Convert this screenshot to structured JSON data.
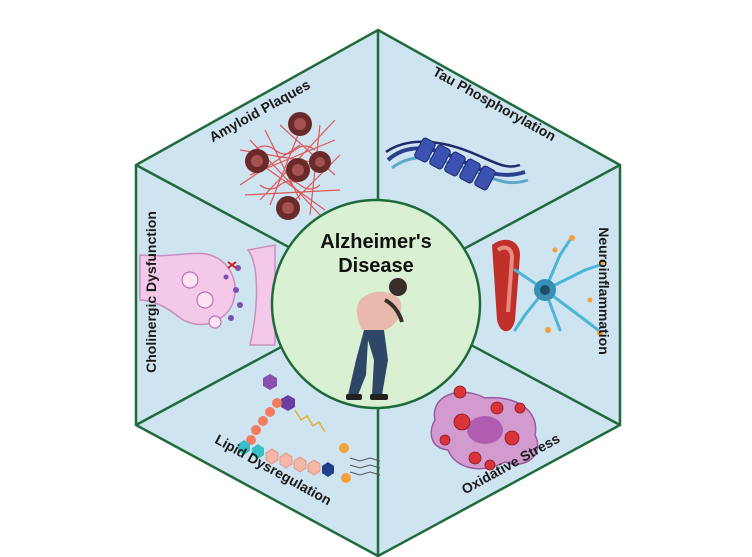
{
  "diagram": {
    "center": {
      "line1": "Alzheimer's",
      "line2": "Disease"
    },
    "segments": [
      {
        "id": "amyloid",
        "label": "Amyloid Plaques"
      },
      {
        "id": "tau",
        "label": "Tau Phosphorylation"
      },
      {
        "id": "neuro",
        "label": "Neuroinflammation"
      },
      {
        "id": "oxidative",
        "label": "Oxidative Stress"
      },
      {
        "id": "lipid",
        "label": "Lipid Dysregulation"
      },
      {
        "id": "cholinergic",
        "label": "Cholinergic Dysfunction"
      }
    ],
    "colors": {
      "segment_fill": "#cfe4f1",
      "border": "#1f6b3a",
      "center_fill": "#d9f0d3",
      "plaque_red": "#e04848",
      "tau_blue": "#2b3f8f",
      "vessel_red": "#c0302a",
      "microglia_cyan": "#4bb6d6"
    }
  }
}
